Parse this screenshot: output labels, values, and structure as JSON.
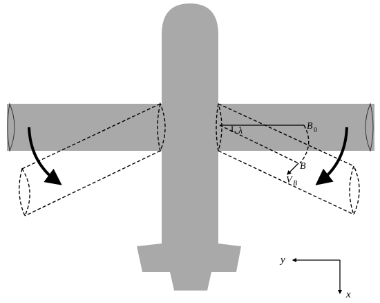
{
  "labels": {
    "angle": "λ",
    "angle_mark": "L",
    "point_start": "B",
    "point_start_sub": "0",
    "point_end": "B",
    "velocity": "V",
    "velocity_sub": "B",
    "axis_y": "y",
    "axis_x": "x"
  },
  "colors": {
    "fuselage": "#a9a9a9",
    "lines": "#000000",
    "background": "#ffffff"
  },
  "icons": {
    "rotation_arrow_left": "curved-arrow-clockwise",
    "rotation_arrow_right": "curved-arrow-counterclockwise"
  }
}
